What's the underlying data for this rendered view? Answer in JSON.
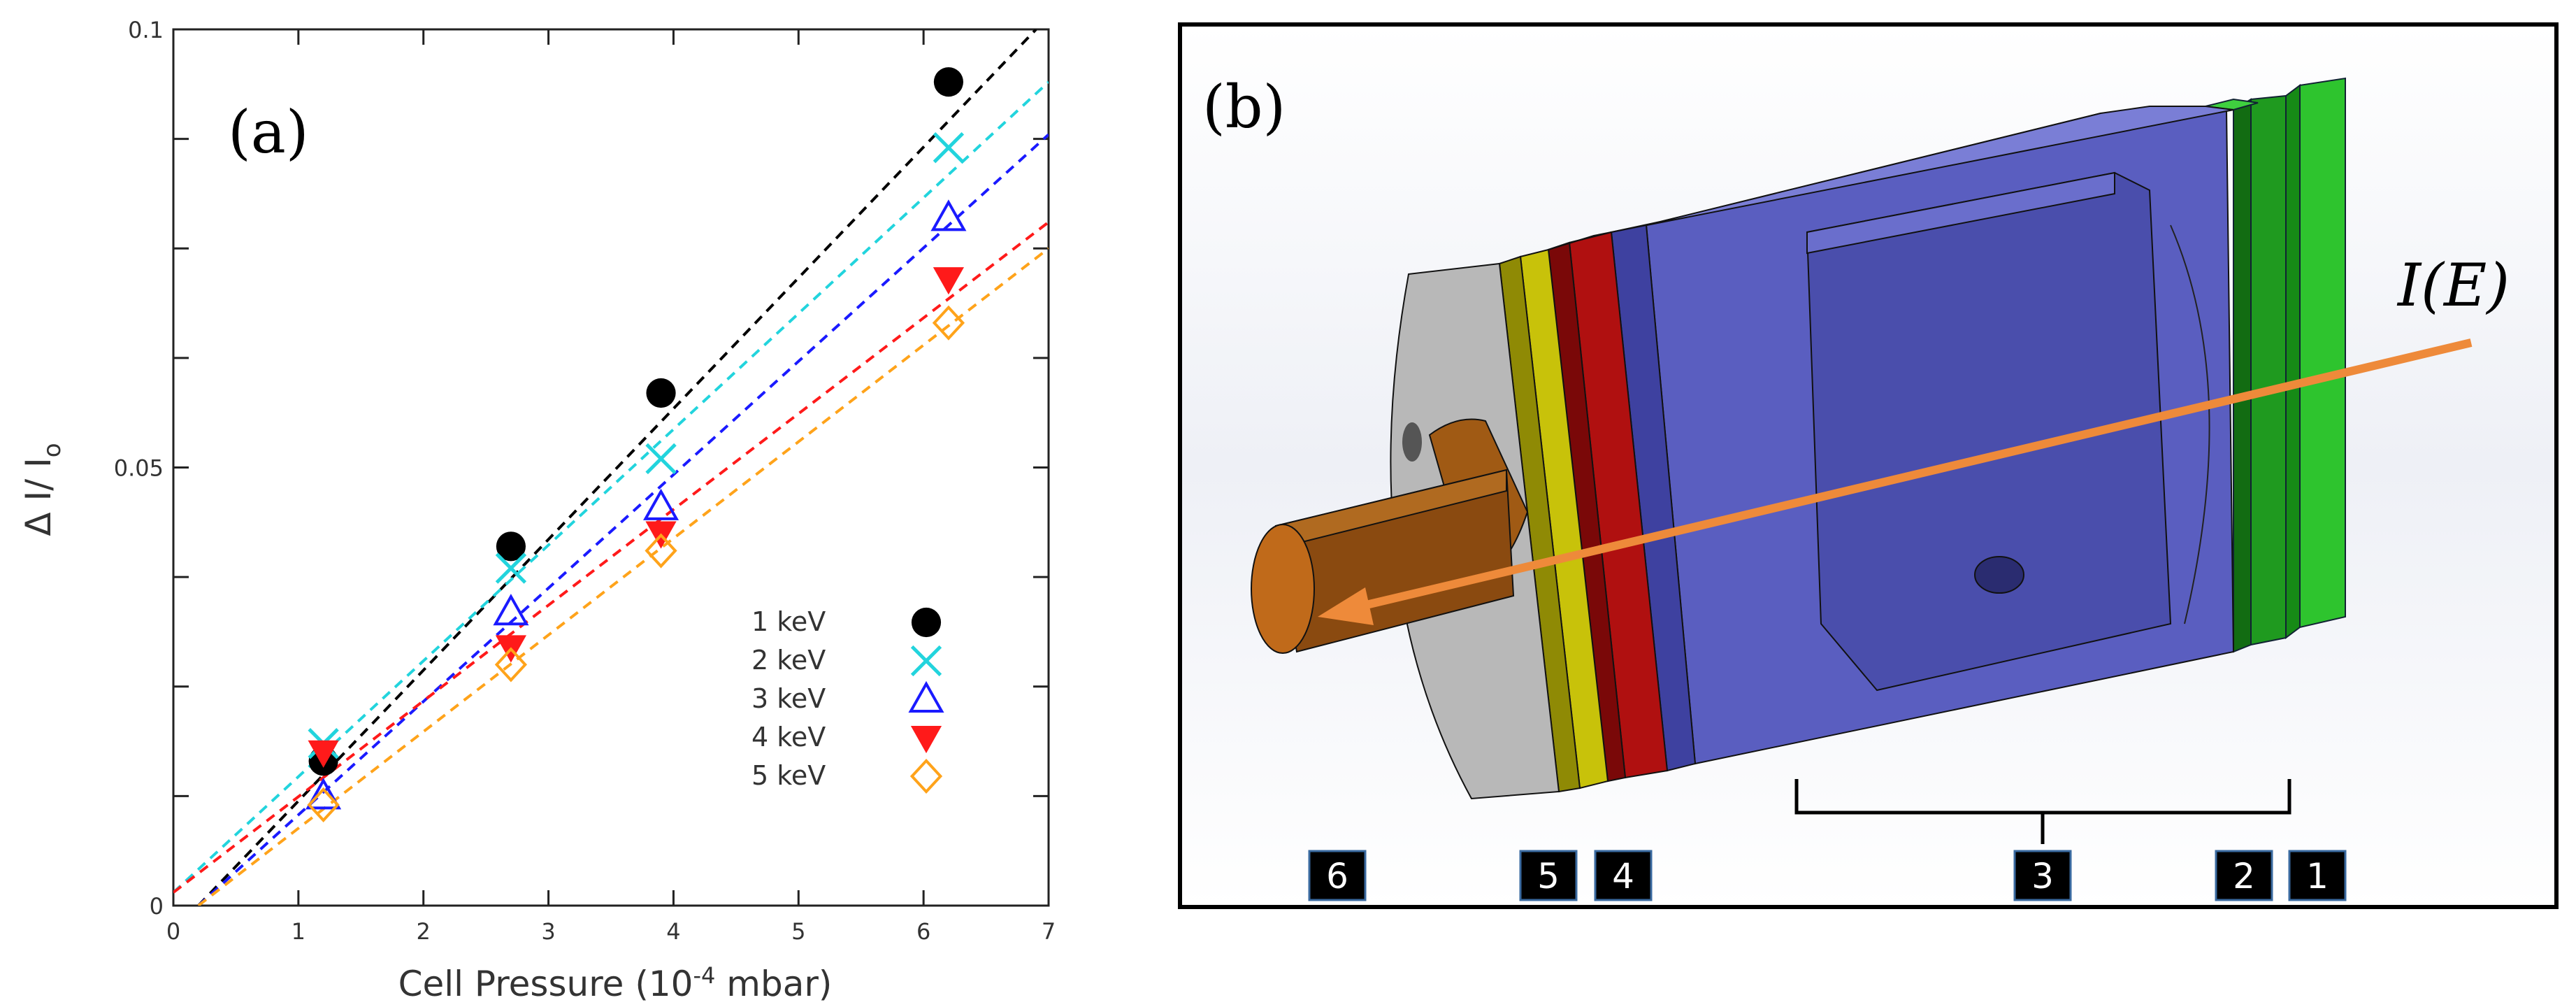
{
  "panel_a": {
    "label": "(a)",
    "chart_data": {
      "type": "scatter",
      "xlabel": "Cell Pressure (10-4 mbar)",
      "ylabel": "Δ I/ Io",
      "xlim": [
        0,
        7
      ],
      "ylim": [
        0,
        0.1
      ],
      "xticks": [
        "0",
        "1",
        "2",
        "3",
        "4",
        "5",
        "6",
        "7"
      ],
      "yticks": [
        "0",
        "0.05",
        "0.1"
      ],
      "grid": false,
      "legend": "center-right",
      "series": [
        {
          "name": "1 keV",
          "color": "#000000",
          "marker": "filled-circle",
          "x": [
            1.2,
            2.7,
            3.9,
            6.2
          ],
          "y": [
            0.0165,
            0.041,
            0.0585,
            0.094
          ],
          "fit": [
            [
              0.2,
              0.0
            ],
            [
              6.9,
              0.1
            ]
          ]
        },
        {
          "name": "2 keV",
          "color": "#22d4dd",
          "marker": "cross",
          "x": [
            1.2,
            2.7,
            3.9,
            6.2
          ],
          "y": [
            0.0185,
            0.0385,
            0.051,
            0.0865
          ],
          "fit": [
            [
              0.0,
              0.0015
            ],
            [
              7.0,
              0.094
            ]
          ]
        },
        {
          "name": "3 keV",
          "color": "#1a1aff",
          "marker": "open-triangle",
          "x": [
            1.2,
            2.7,
            3.9,
            6.2
          ],
          "y": [
            0.0125,
            0.0335,
            0.0455,
            0.0785
          ],
          "fit": [
            [
              0.2,
              0.0
            ],
            [
              7.0,
              0.088
            ]
          ]
        },
        {
          "name": "4 keV",
          "color": "#ff1a1a",
          "marker": "filled-triangle-down",
          "x": [
            1.2,
            2.7,
            3.9,
            6.2
          ],
          "y": [
            0.0175,
            0.0295,
            0.0425,
            0.0715
          ],
          "fit": [
            [
              0.0,
              0.0015
            ],
            [
              7.0,
              0.078
            ]
          ]
        },
        {
          "name": "5 keV",
          "color": "#ffa31a",
          "marker": "open-diamond",
          "x": [
            1.2,
            2.7,
            3.9,
            6.2
          ],
          "y": [
            0.0115,
            0.0275,
            0.0405,
            0.0665
          ],
          "fit": [
            [
              0.2,
              0.0
            ],
            [
              7.0,
              0.075
            ]
          ]
        }
      ]
    }
  },
  "panel_b": {
    "label": "(b)",
    "beam_label": "I(E)",
    "parts": [
      "1",
      "2",
      "3",
      "4",
      "5",
      "6"
    ],
    "colors": {
      "green": "#1f9a1f",
      "blue": "#5a5ec0",
      "red": "#b01010",
      "yellow": "#c8c20a",
      "gray": "#b8b8b8",
      "copper": "#a05a14",
      "beam": "#ee8a3a"
    }
  }
}
